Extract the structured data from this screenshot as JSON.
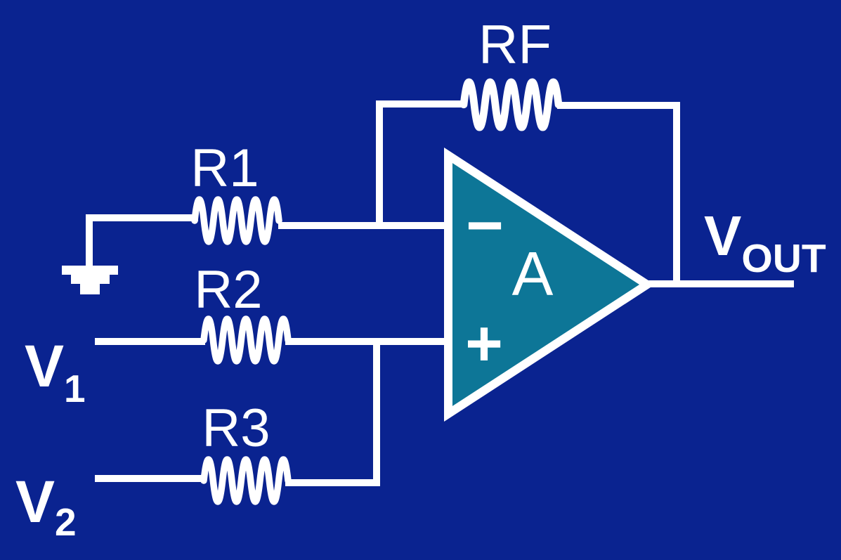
{
  "diagram": {
    "kind": "op-amp summing amplifier circuit",
    "labels": {
      "rf": "RF",
      "r1": "R1",
      "r2": "R2",
      "r3": "R3",
      "gain": "A",
      "minus": "−",
      "plus": "+",
      "v1_base": "V",
      "v1_sub": "1",
      "v2_base": "V",
      "v2_sub": "2",
      "vout_base": "V",
      "vout_sub": "OUT"
    }
  },
  "colors": {
    "bg": "#0a2390",
    "wire": "#ffffff",
    "opampfill": "#0d7697",
    "text": "#ffffff"
  }
}
